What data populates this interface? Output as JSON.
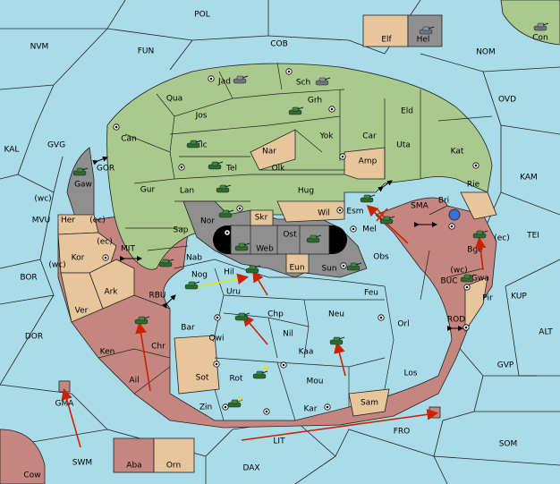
{
  "colors": {
    "sea": "#a9dbe8",
    "player_green": "#a9c98d",
    "player_red": "#c4867e",
    "neutral_tan": "#e8c69c",
    "impassable_gray": "#8f8f8f",
    "order_arrow_red": "#cc2200",
    "order_arrow_yellow": "#f0f000"
  },
  "sea_labels": {
    "pol": "POL",
    "nvm": "NVM",
    "fun": "FUN",
    "cob": "COB",
    "nom": "NOM",
    "ovd": "OVD",
    "kal": "KAL",
    "gvg": "GVG",
    "kam": "KAM",
    "mvu": "MVU",
    "tei": "TEI",
    "bor": "BOR",
    "kup": "KUP",
    "dor": "DOR",
    "alt": "ALT",
    "gvp": "GVP",
    "swm": "SWM",
    "lit": "LIT",
    "fro": "FRO",
    "som": "SOM",
    "dax": "DAX",
    "gor": "GOR",
    "mit": "MIT",
    "rbu": "RBU",
    "sma": "SMA",
    "buc": "BUC",
    "rod": "ROD"
  },
  "land_labels": {
    "jad": "Jad",
    "sch": "Sch",
    "qua": "Qua",
    "jos": "Jos",
    "grh": "Grh",
    "eld": "Eld",
    "can": "Can",
    "yok": "Yok",
    "car": "Car",
    "elc": "Elc",
    "nar": "Nar",
    "uta": "Uta",
    "kat": "Kat",
    "gaw": "Gaw",
    "tel": "Tel",
    "olk": "Olk",
    "amp": "Amp",
    "gur": "Gur",
    "lan": "Lan",
    "hug": "Hug",
    "rie": "Rie",
    "esm": "Esm",
    "bri": "Bri",
    "her": "Her",
    "ec1": "(ec)",
    "wc1": "(wc)",
    "nor": "Nor",
    "skr": "Skr",
    "wil": "Wil",
    "ost": "Ost",
    "mel": "Mel",
    "sap": "Sap",
    "web": "Web",
    "kor": "Kor",
    "ec2": "(ec)",
    "bge": "Bge",
    "ec3": "(ec)",
    "nab": "Nab",
    "eun": "Eun",
    "sun": "Sun",
    "obs": "Obs",
    "wc2": "(wc)",
    "wc3": "(wc)",
    "gwa": "Gwa",
    "nog": "Nog",
    "hil": "Hil",
    "ark": "Ark",
    "uru": "Uru",
    "feu": "Feu",
    "pir": "Pir",
    "ver": "Ver",
    "chp": "Chp",
    "neu": "Neu",
    "orl": "Orl",
    "bar": "Bar",
    "qwi": "Qwi",
    "nil": "Nil",
    "ken": "Ken",
    "chr": "Chr",
    "kaa": "Kaa",
    "sot": "Sot",
    "los": "Los",
    "rot": "Rot",
    "ail": "Ail",
    "mou": "Mou",
    "zin": "Zin",
    "kar": "Kar",
    "sam": "Sam",
    "gma": "GMA",
    "elf": "Elf",
    "hel": "Hel",
    "con": "Con",
    "aba": "Aba",
    "orn": "Orn",
    "cow": "Cow"
  }
}
